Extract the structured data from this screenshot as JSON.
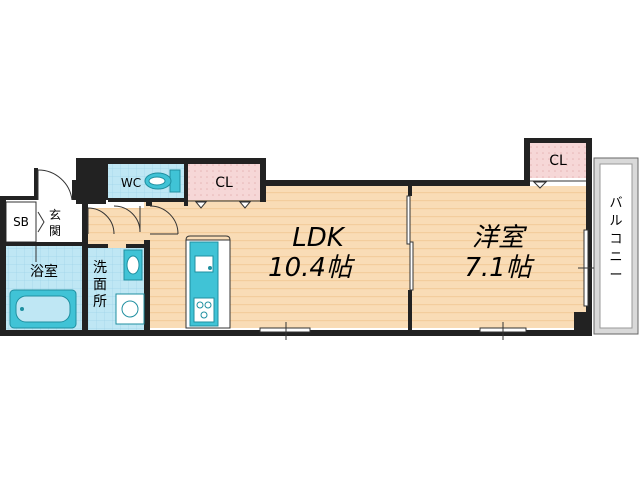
{
  "colors": {
    "wall": "#222222",
    "wood": "#f9dcb6",
    "wood_stripe": "#f3cd9d",
    "tile": "#bfe7f4",
    "tile_grid": "#9fd3e8",
    "closet": "#f6d7d7",
    "closet_dot": "#e7b5b5",
    "balcony": "#d9d9d9",
    "fixture": "#40c3d6"
  },
  "rooms": {
    "ldk": {
      "name": "LDK",
      "size": "10.4帖"
    },
    "western": {
      "name": "洋室",
      "size": "7.1帖"
    },
    "closet_left": {
      "label": "CL"
    },
    "closet_right": {
      "label": "CL"
    },
    "wc": {
      "label": "WC"
    },
    "bath": {
      "label": "浴室"
    },
    "washroom": {
      "line1": "洗",
      "line2": "面",
      "line3": "所"
    },
    "entrance": {
      "line1": "玄",
      "line2": "関"
    },
    "shoe_box": {
      "label": "SB"
    },
    "balcony": {
      "chars": [
        "バ",
        "ル",
        "コ",
        "ニ",
        "ー"
      ]
    }
  }
}
